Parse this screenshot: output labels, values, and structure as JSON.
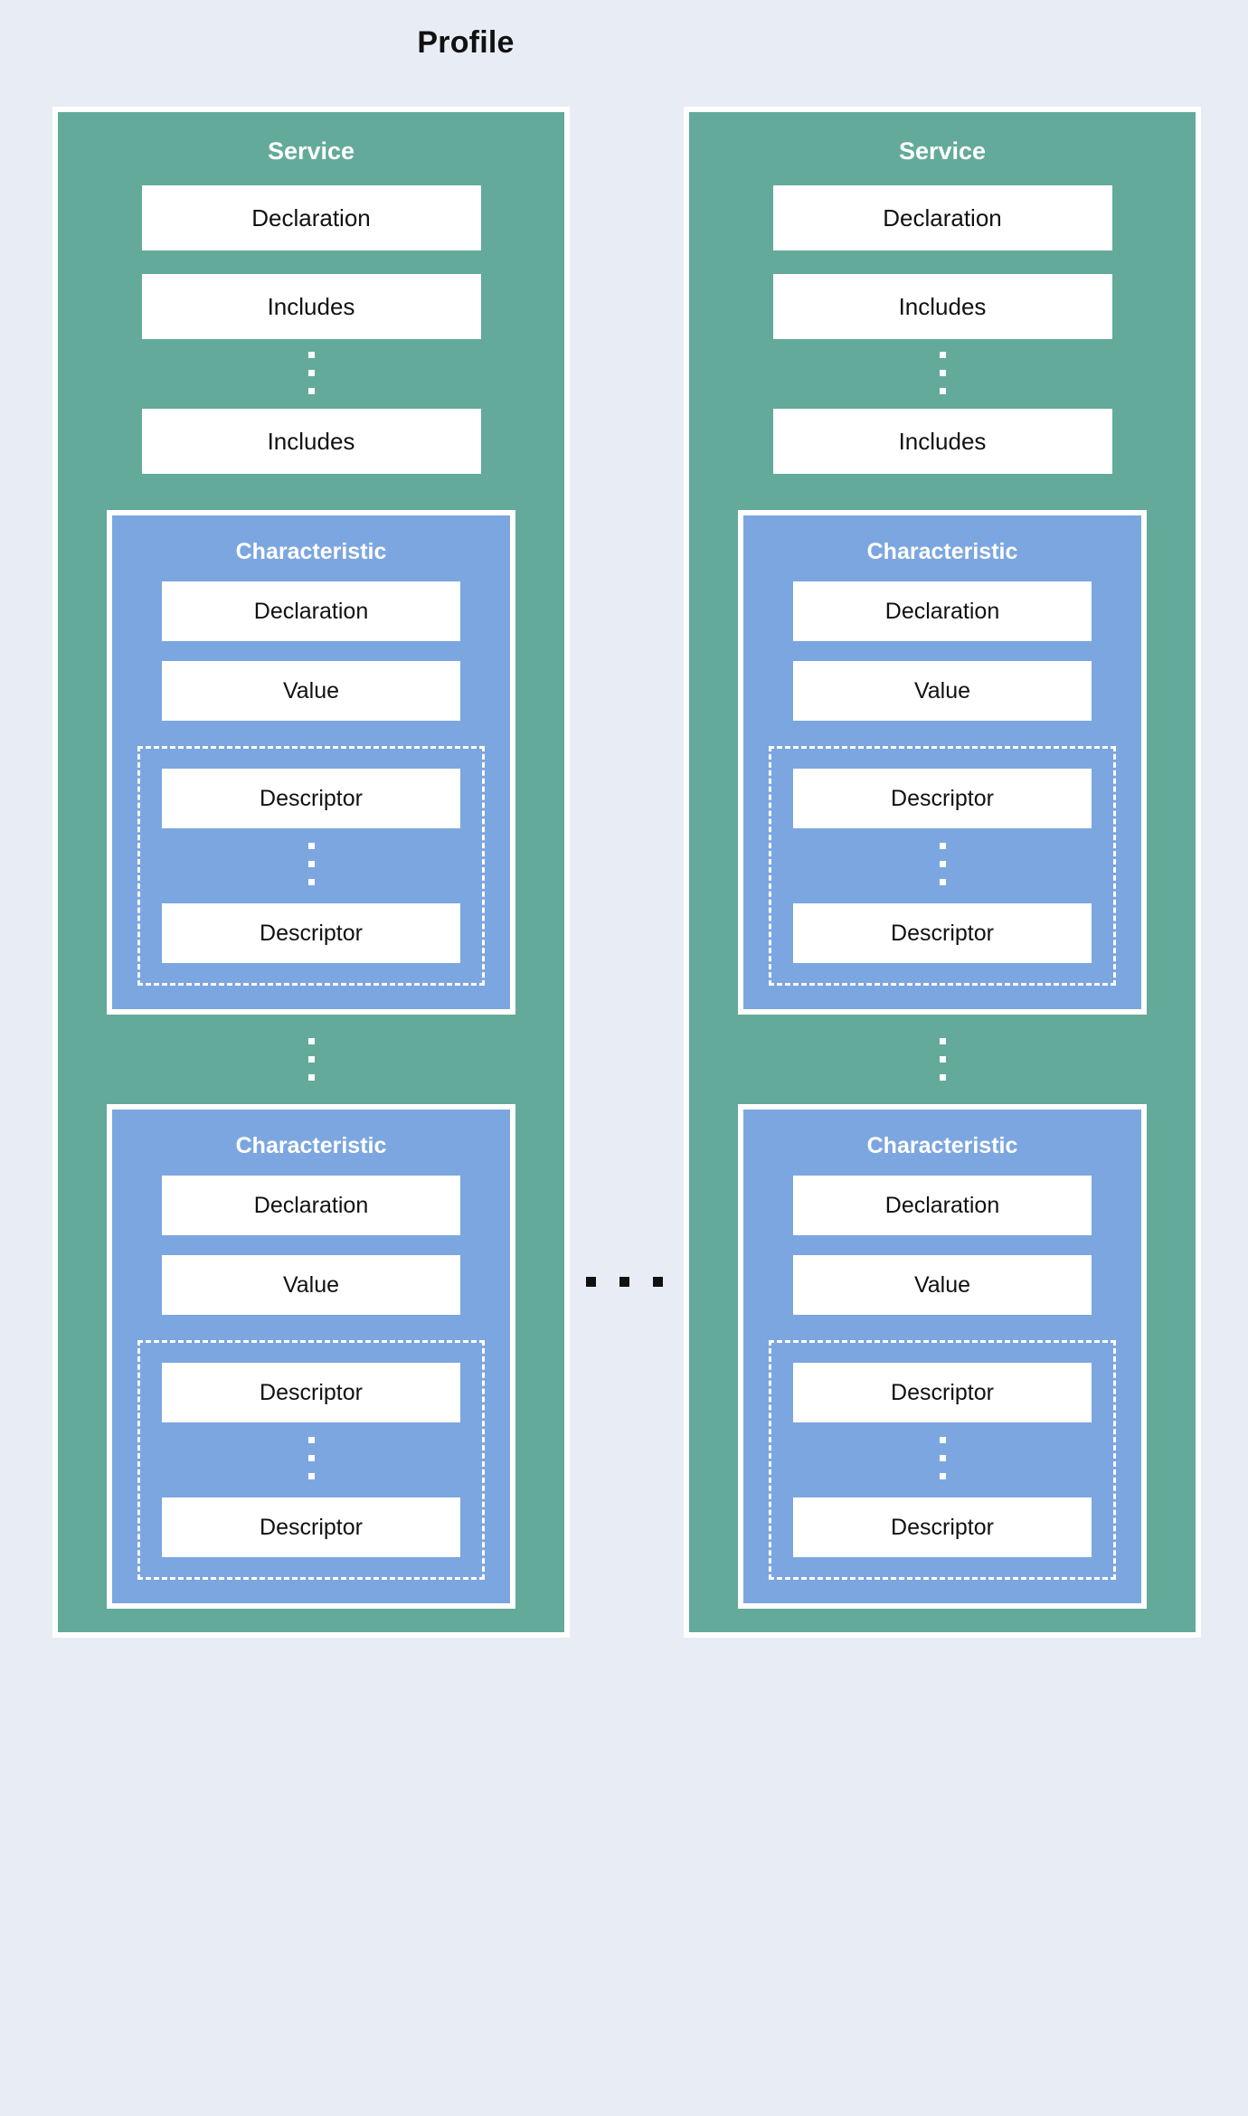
{
  "diagram": {
    "title": "Profile",
    "background_color": "#e8edf5",
    "service_color": "#63aa9b",
    "characteristic_color": "#7ca6e0",
    "leaf_color": "#ffffff",
    "border_color": "#ffffff",
    "ellipsis_dot_color_on_panel": "#ffffff",
    "ellipsis_dot_color_between_columns": "#111111"
  },
  "labels": {
    "service": "Service",
    "declaration": "Declaration",
    "includes": "Includes",
    "characteristic": "Characteristic",
    "value": "Value",
    "descriptor": "Descriptor"
  },
  "chart_data": {
    "type": "diagram",
    "title": "Profile",
    "structure": "nested-containment",
    "root": {
      "name": "Profile",
      "children": [
        {
          "name": "Service",
          "type": "service",
          "color": "#63aa9b",
          "leaves": [
            "Declaration",
            "Includes",
            "Includes"
          ],
          "leaf_ellipsis_after_index": 1,
          "children": [
            {
              "name": "Characteristic",
              "type": "characteristic",
              "color": "#7ca6e0",
              "leaves": [
                "Declaration",
                "Value"
              ],
              "descriptors": [
                "Descriptor",
                "Descriptor"
              ],
              "descriptor_ellipsis_after_index": 0
            },
            {
              "name": "Characteristic",
              "type": "characteristic",
              "color": "#7ca6e0",
              "leaves": [
                "Declaration",
                "Value"
              ],
              "descriptors": [
                "Descriptor",
                "Descriptor"
              ],
              "descriptor_ellipsis_after_index": 0
            }
          ],
          "child_ellipsis_after_index": 0
        },
        {
          "name": "Service",
          "type": "service",
          "color": "#63aa9b",
          "leaves": [
            "Declaration",
            "Includes",
            "Includes"
          ],
          "leaf_ellipsis_after_index": 1,
          "children": [
            {
              "name": "Characteristic",
              "type": "characteristic",
              "color": "#7ca6e0",
              "leaves": [
                "Declaration",
                "Value"
              ],
              "descriptors": [
                "Descriptor",
                "Descriptor"
              ],
              "descriptor_ellipsis_after_index": 0
            },
            {
              "name": "Characteristic",
              "type": "characteristic",
              "color": "#7ca6e0",
              "leaves": [
                "Declaration",
                "Value"
              ],
              "descriptors": [
                "Descriptor",
                "Descriptor"
              ],
              "descriptor_ellipsis_after_index": 0
            }
          ],
          "child_ellipsis_after_index": 0
        }
      ],
      "sibling_ellipsis_between_services": "..."
    }
  },
  "columns": [
    {
      "service_title": "Service",
      "leaves": [
        {
          "label": "Declaration"
        },
        {
          "label": "Includes"
        },
        {
          "label": "Includes"
        }
      ],
      "characteristics": [
        {
          "title": "Characteristic",
          "declaration": "Declaration",
          "value": "Value",
          "descriptors": [
            {
              "label": "Descriptor"
            },
            {
              "label": "Descriptor"
            }
          ]
        },
        {
          "title": "Characteristic",
          "declaration": "Declaration",
          "value": "Value",
          "descriptors": [
            {
              "label": "Descriptor"
            },
            {
              "label": "Descriptor"
            }
          ]
        }
      ]
    },
    {
      "service_title": "Service",
      "leaves": [
        {
          "label": "Declaration"
        },
        {
          "label": "Includes"
        },
        {
          "label": "Includes"
        }
      ],
      "characteristics": [
        {
          "title": "Characteristic",
          "declaration": "Declaration",
          "value": "Value",
          "descriptors": [
            {
              "label": "Descriptor"
            },
            {
              "label": "Descriptor"
            }
          ]
        },
        {
          "title": "Characteristic",
          "declaration": "Declaration",
          "value": "Value",
          "descriptors": [
            {
              "label": "Descriptor"
            },
            {
              "label": "Descriptor"
            }
          ]
        }
      ]
    }
  ]
}
